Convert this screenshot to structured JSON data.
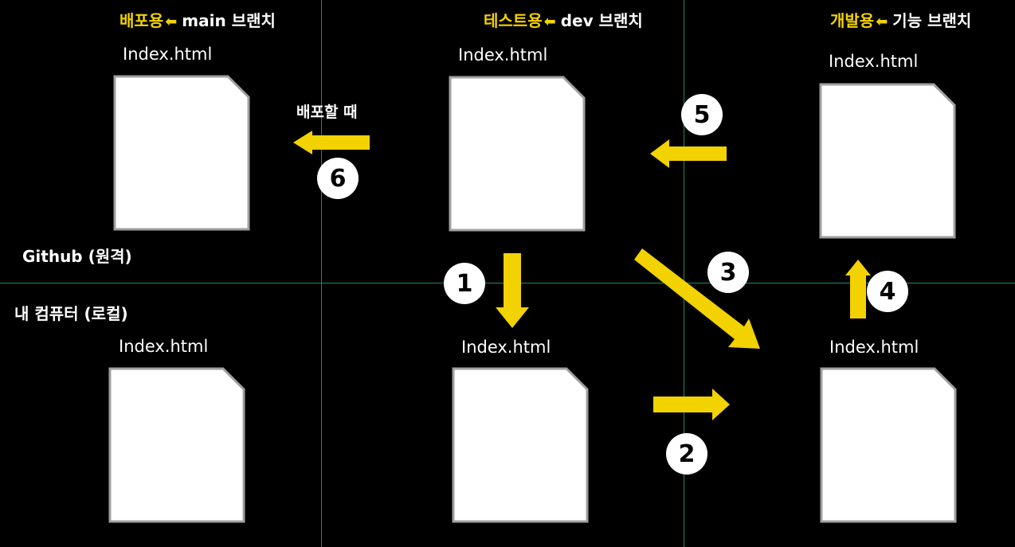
{
  "headers": {
    "main": {
      "role": "배포용",
      "branch": "main 브랜치"
    },
    "dev": {
      "role": "테스트용",
      "branch": "dev 브랜치"
    },
    "feature": {
      "role": "개발용",
      "branch": "기능 브랜치"
    }
  },
  "file_label": "Index.html",
  "side_labels": {
    "remote": "Github (원격)",
    "local": "내 컴퓨터 (로컬)"
  },
  "deploy_note": "배포할 때",
  "steps": [
    "1",
    "2",
    "3",
    "4",
    "5",
    "6"
  ],
  "colors": {
    "arrow": "#f2d200",
    "grid": "#1f8a5a",
    "file_border": "#a0a0a0"
  }
}
